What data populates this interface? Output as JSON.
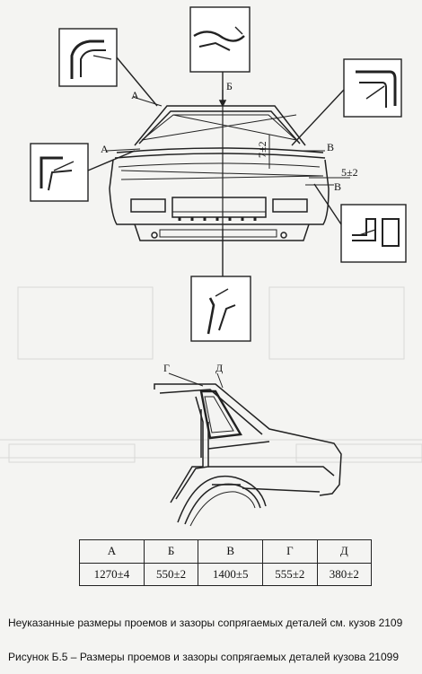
{
  "drawing_labels": {
    "a_top": "А",
    "a_left": "А",
    "b_top": "Б",
    "v_right_upper": "В",
    "v_right_lower": "В",
    "dim_vertical": "7±2",
    "dim_horizontal": "5±2",
    "g_label": "Г",
    "d_label": "Д"
  },
  "table": {
    "headers": [
      "А",
      "Б",
      "В",
      "Г",
      "Д"
    ],
    "values": [
      "1270±4",
      "550±2",
      "1400±5",
      "555±2",
      "380±2"
    ]
  },
  "note": "Неуказанные размеры проемов и зазоры сопрягаемых деталей см. кузов 2109",
  "caption": "Рисунок Б.5 – Размеры проемов и зазоры сопрягаемых деталей кузова 21099"
}
